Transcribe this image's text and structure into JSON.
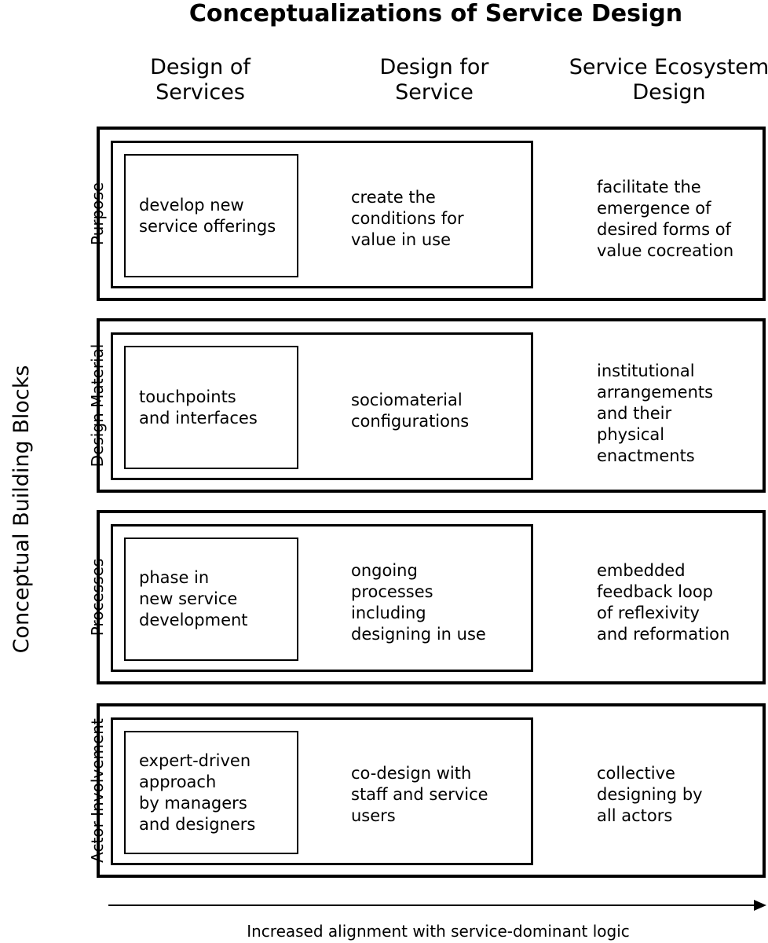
{
  "title": "Conceptualizations of Service Design",
  "columns": [
    {
      "lines": [
        "Design of",
        "Services"
      ]
    },
    {
      "lines": [
        "Design for",
        "Service"
      ]
    },
    {
      "lines": [
        "Service Ecosystem",
        "Design"
      ]
    }
  ],
  "side_label": "Conceptual Building Blocks",
  "rows": [
    {
      "label": "Purpose",
      "cells": [
        [
          "develop new",
          "service offerings"
        ],
        [
          "create the",
          "conditions for",
          "value in use"
        ],
        [
          "facilitate the",
          "emergence of",
          "desired forms of",
          "value cocreation"
        ]
      ]
    },
    {
      "label": "Design Material",
      "cells": [
        [
          "touchpoints",
          "and interfaces"
        ],
        [
          "sociomaterial",
          "configurations"
        ],
        [
          "institutional",
          "arrangements",
          "and their",
          "physical",
          "enactments"
        ]
      ]
    },
    {
      "label": "Processes",
      "cells": [
        [
          "phase in",
          "new service",
          "development"
        ],
        [
          "ongoing",
          "processes",
          "including",
          "designing in use"
        ],
        [
          "embedded",
          "feedback loop",
          "of reflexivity",
          "and reformation"
        ]
      ]
    },
    {
      "label": "Actor Involvement",
      "cells": [
        [
          "expert-driven",
          "approach",
          "by managers",
          "and designers"
        ],
        [
          "co-design with",
          "staff and service",
          "users"
        ],
        [
          "collective",
          "designing by",
          "all actors"
        ]
      ]
    }
  ],
  "axis_label": "Increased alignment with service-dominant logic"
}
